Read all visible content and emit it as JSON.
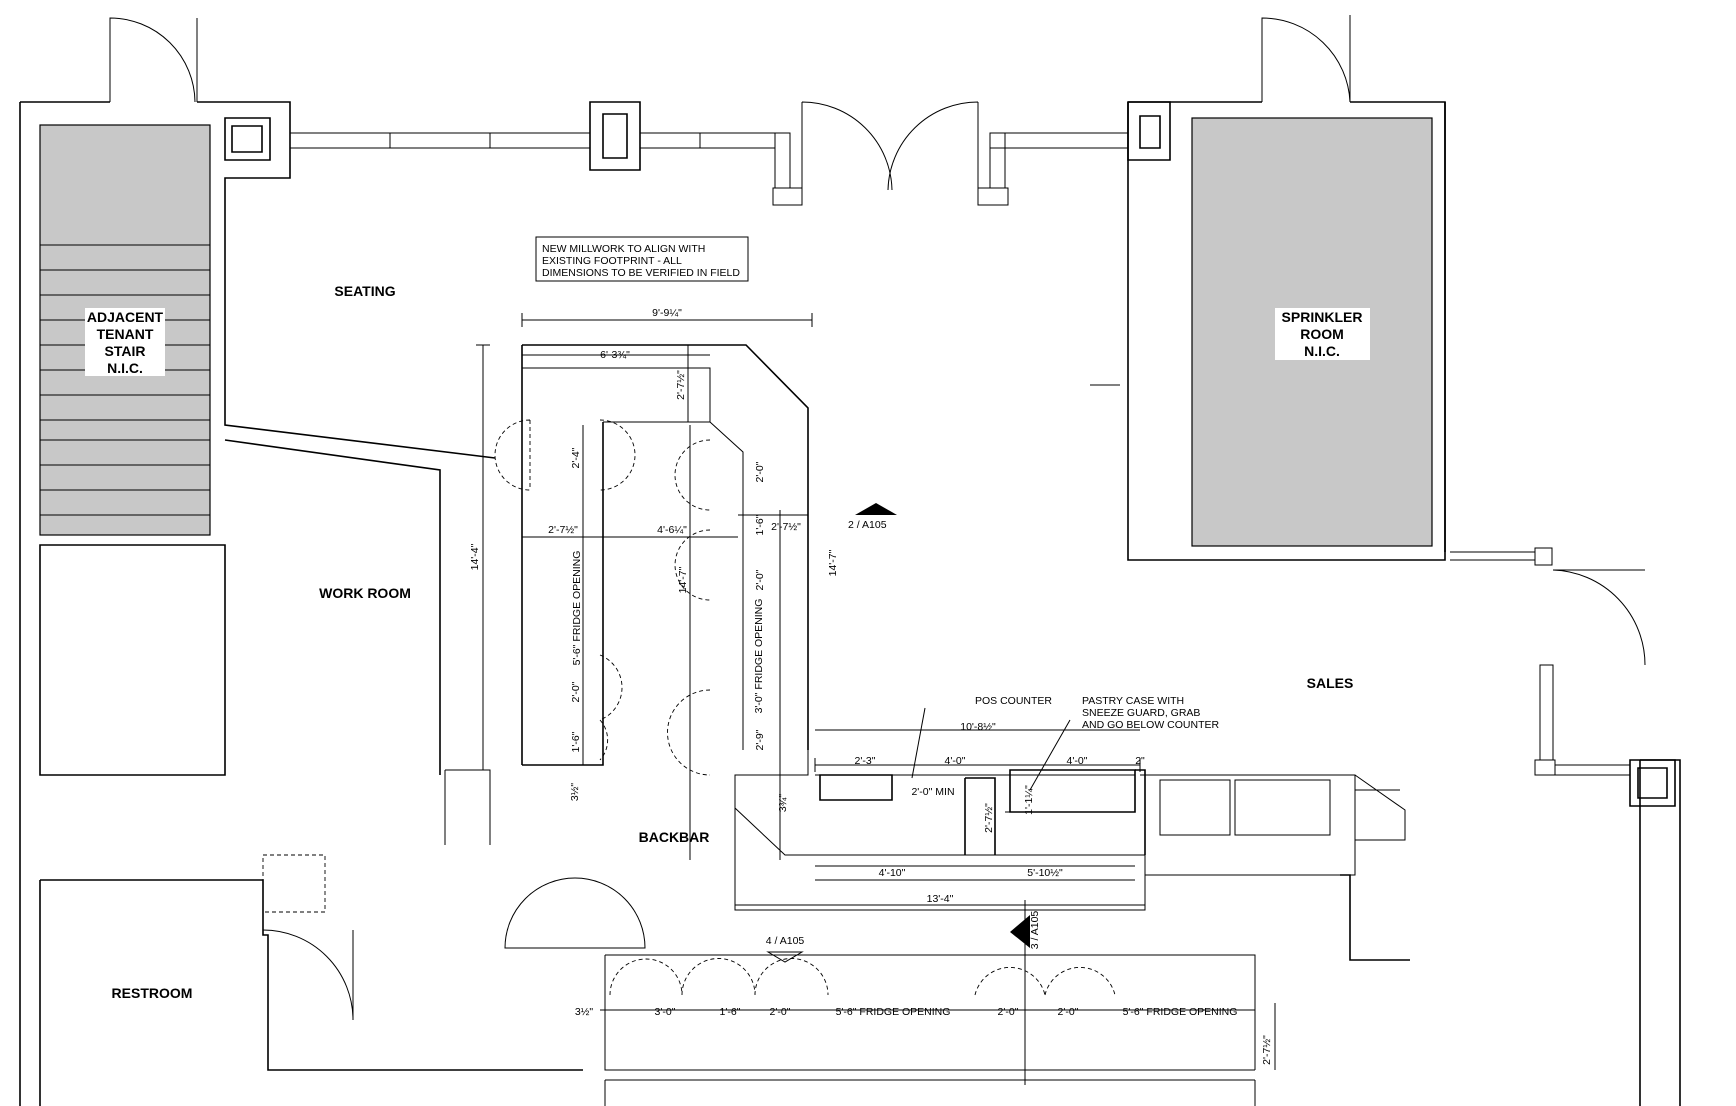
{
  "rooms": {
    "seating": "SEATING",
    "work_room": "WORK ROOM",
    "restroom": "RESTROOM",
    "backbar": "BACKBAR",
    "sales": "SALES",
    "adjacent_stair": [
      "ADJACENT",
      "TENANT",
      "STAIR",
      "N.I.C."
    ],
    "sprinkler_room": [
      "SPRINKLER",
      "ROOM",
      "N.I.C."
    ]
  },
  "notes": {
    "millwork": [
      "NEW MILLWORK TO ALIGN WITH",
      "EXISTING FOOTPRINT - ALL",
      "DIMENSIONS TO BE VERIFIED IN FIELD"
    ],
    "pos_counter": "POS COUNTER",
    "pastry_case": [
      "PASTRY CASE WITH",
      "SNEEZE GUARD, GRAB",
      "AND GO BELOW COUNTER"
    ]
  },
  "section_markers": {
    "s2": "2 / A105",
    "s3": "3 / A105",
    "s4": "4 / A105"
  },
  "dimensions": {
    "top_width": "9'-9¼\"",
    "top_inner": "6'-3¾\"",
    "top_right_depth": "2'-7½\"",
    "left_overall": "14'-4\"",
    "mid_left": "14'-7\"",
    "mid_right": "14'-7\"",
    "d_2_4": "2'-4\"",
    "d_2_0_a": "2'-0\"",
    "d_2_7_left": "2'-7½\"",
    "d_4_6": "4'-6¼\"",
    "d_1_6_a": "1'-6\"",
    "d_2_7_right": "2'-7½\"",
    "d_2_0_b": "2'-0\"",
    "fridge_left": "5'-6\" FRIDGE OPENING",
    "fridge_mid": "3'-0\" FRIDGE OPENING",
    "d_2_0_c": "2'-0\"",
    "d_1_6_b": "1'-6\"",
    "d_2_9": "2'-9\"",
    "d_3_5": "3½\"",
    "d_3_4": "3¾\"",
    "counter_overall": "10'-8½\"",
    "c_2_3": "2'-3\"",
    "c_4_0_a": "4'-0\"",
    "c_4_0_b": "4'-0\"",
    "c_2": "2\"",
    "c_2_0_min": "2'-0\" MIN",
    "c_1_1": "1'-1¼\"",
    "c_2_7": "2'-7½\"",
    "c_4_10": "4'-10\"",
    "c_5_10": "5'-10½\"",
    "c_13_4": "13'-4\"",
    "b_3_5": "3½\"",
    "b_3_0": "3'-0\"",
    "b_1_6": "1'-6\"",
    "b_2_0_a": "2'-0\"",
    "b_fridge_a": "5'-6\" FRIDGE OPENING",
    "b_2_0_b": "2'-0\"",
    "b_2_0_c": "2'-0\"",
    "b_fridge_b": "5'-6\" FRIDGE OPENING",
    "b_2_7": "2'-7½\""
  },
  "colors": {
    "line": "#000000",
    "fill_nic": "#c8c8c8",
    "background": "#ffffff"
  }
}
